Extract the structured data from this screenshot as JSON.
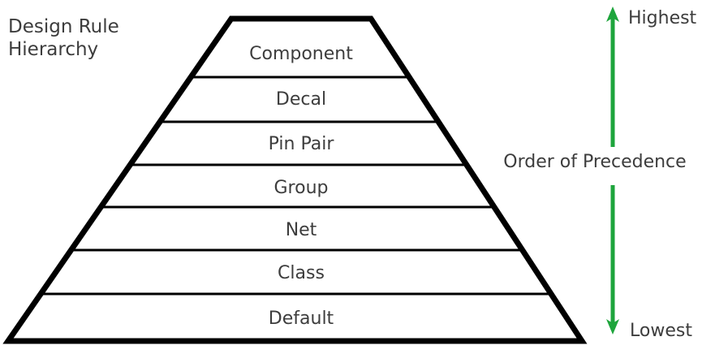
{
  "title": {
    "line1": "Design Rule",
    "line2": "Hierarchy"
  },
  "pyramid": {
    "levels": [
      {
        "label": "Component"
      },
      {
        "label": "Decal"
      },
      {
        "label": "Pin Pair"
      },
      {
        "label": "Group"
      },
      {
        "label": "Net"
      },
      {
        "label": "Class"
      },
      {
        "label": "Default"
      }
    ]
  },
  "precedence": {
    "highest_label": "Highest",
    "axis_label": "Order of Precedence",
    "lowest_label": "Lowest",
    "arrow_color": "#1ea53c"
  },
  "colors": {
    "outline": "#000000",
    "divider": "#000000",
    "text": "#3d3d3d",
    "background": "#ffffff"
  }
}
